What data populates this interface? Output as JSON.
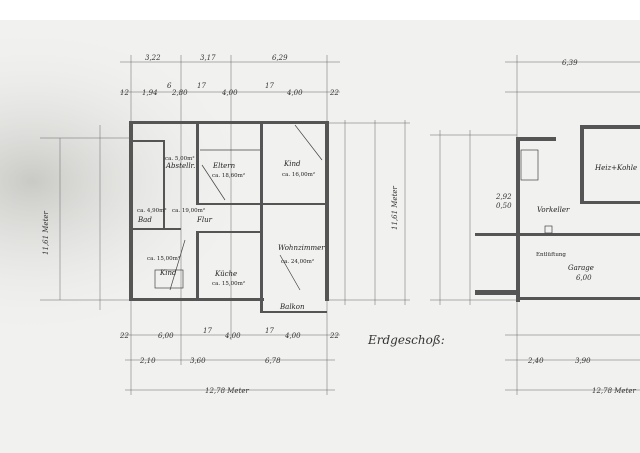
{
  "title": "Erdgeschoß:",
  "left_plan": {
    "top_dims_outer": [
      "3,22",
      "3,17",
      "6,29"
    ],
    "top_dims_inner": [
      "12",
      "1,94",
      "6",
      "2,80",
      "17",
      "4,00",
      "17",
      "4,00",
      "22"
    ],
    "bottom_dims_inner": [
      "22",
      "6,00",
      "17",
      "4,00",
      "17",
      "4,00",
      "22"
    ],
    "bottom_dims_outer": [
      "2,10",
      "3,60",
      "6,78"
    ],
    "total_width": "12,78 Meter",
    "total_depth": "11,61 Meter",
    "right_depth": "11,61 Meter",
    "rooms": [
      {
        "name": "Eltern",
        "area": "ca. 18,60m²"
      },
      {
        "name": "Kind",
        "area": "ca. 16,00m²"
      },
      {
        "name": "Wohnzimmer",
        "area": "ca. 24,00m²"
      },
      {
        "name": "Küche",
        "area": "ca. 15,00m²"
      },
      {
        "name": "Kind",
        "area": "ca. 15,00m²"
      },
      {
        "name": "Flur",
        "area": "ca. 19,00m²"
      },
      {
        "name": "Bad",
        "area": "ca. 4,90m²"
      },
      {
        "name": "Abstellr.",
        "area": "ca. 5,00m²"
      },
      {
        "name": "Balkon",
        "area": ""
      }
    ]
  },
  "right_plan": {
    "top_dim": "6,39",
    "rooms": [
      "Heiz+Kohle",
      "Vorkeller",
      "Garage"
    ],
    "garage_dim": "6,00",
    "vent_label": "Entlüftung",
    "bottom_dims_outer": [
      "2,40",
      "3,90"
    ],
    "total_width": "12,78 Meter",
    "side_dims": [
      "2,92",
      "0,50"
    ]
  }
}
